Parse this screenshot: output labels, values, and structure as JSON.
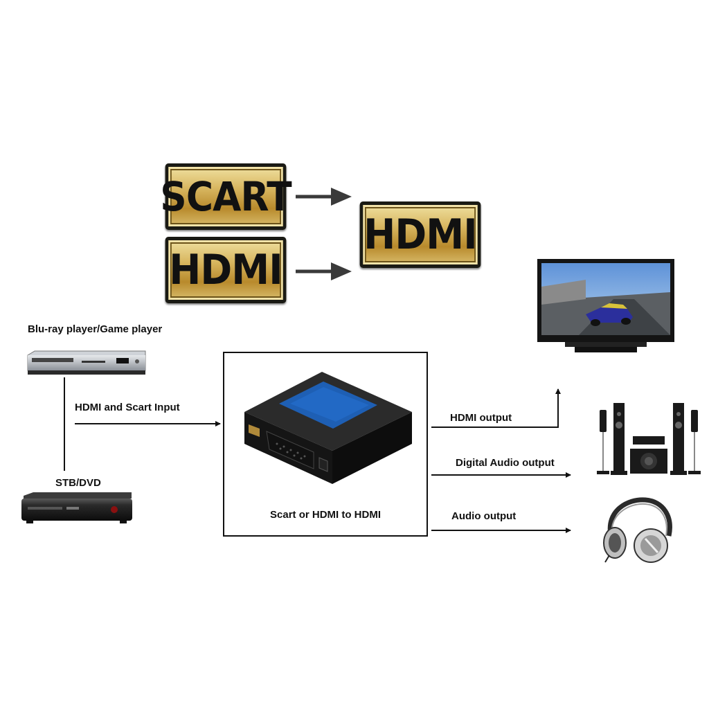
{
  "badges": {
    "scart": "SCART",
    "hdmi_in": "HDMI",
    "hdmi_out": "HDMI"
  },
  "labels": {
    "bluray": "Blu-ray player/Game player",
    "input": "HDMI and Scart Input",
    "stb": "STB/DVD",
    "converter": "Scart or HDMI to HDMI",
    "hdmi_output": "HDMI output",
    "digital_audio_output": "Digital Audio output",
    "audio_output": "Audio output"
  },
  "colors": {
    "gold": "#d9b862",
    "arrow": "#3a3a3a",
    "device_body": "#1c1c1c",
    "converter_text": "#1e73c8"
  },
  "icons": [
    "bluray-player-icon",
    "stb-dvd-icon",
    "converter-box-icon",
    "tv-icon",
    "speaker-system-icon",
    "headphones-icon"
  ]
}
